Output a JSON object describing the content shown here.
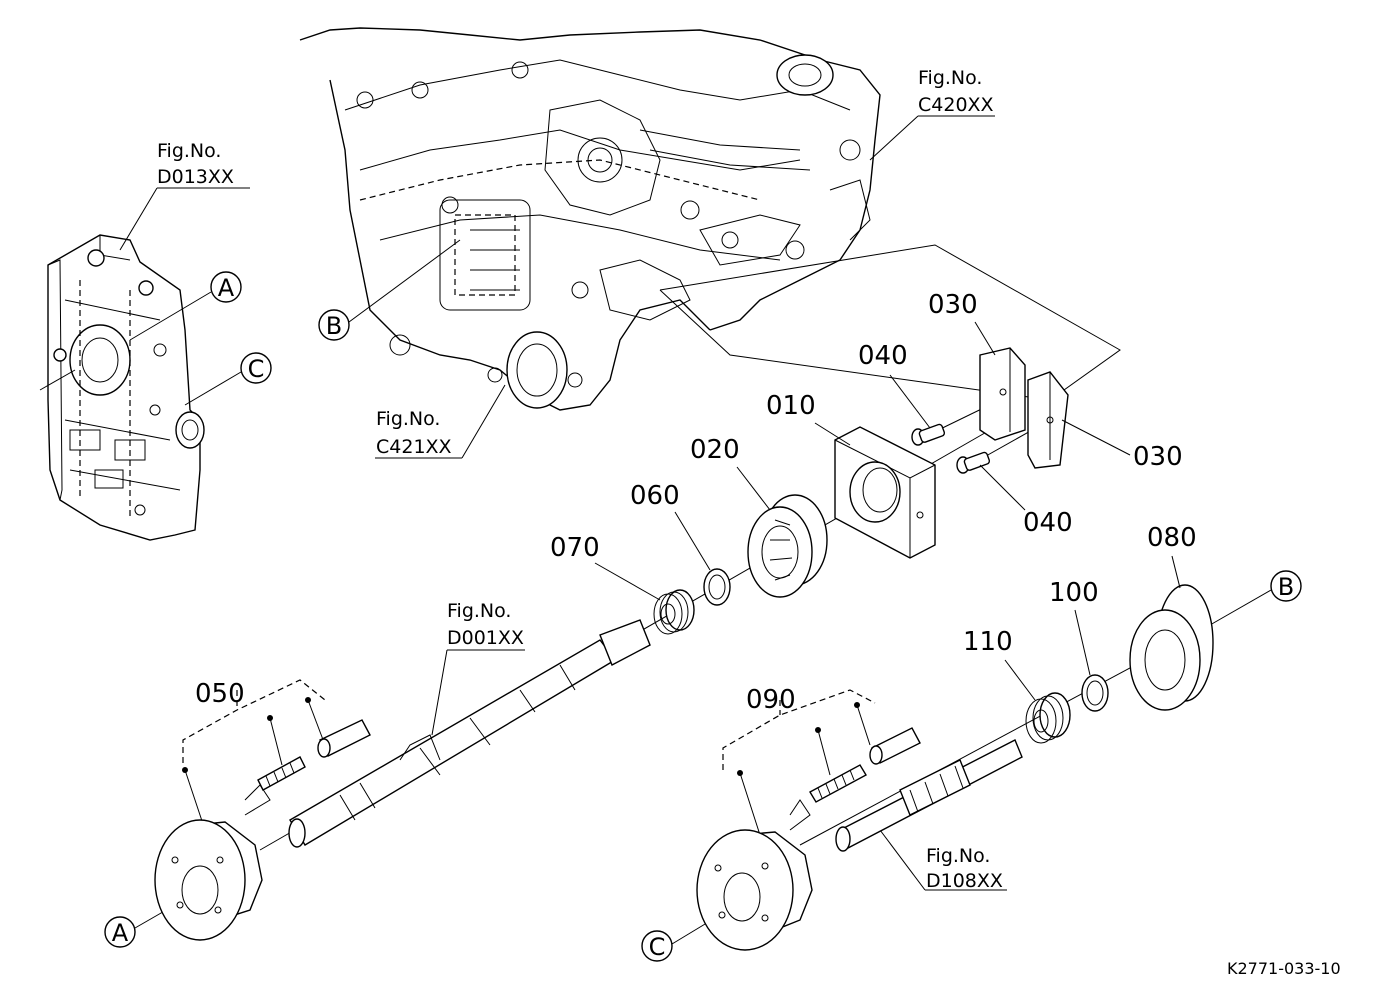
{
  "figure_refs": {
    "d013": {
      "line1": "Fig.No.",
      "line2": "D013XX"
    },
    "c420": {
      "line1": "Fig.No.",
      "line2": "C420XX"
    },
    "c421": {
      "line1": "Fig.No.",
      "line2": "C421XX"
    },
    "d001": {
      "line1": "Fig.No.",
      "line2": "D001XX"
    },
    "d108": {
      "line1": "Fig.No.",
      "line2": "D108XX"
    }
  },
  "parts": {
    "p010": "010",
    "p020": "020",
    "p030a": "030",
    "p030b": "030",
    "p040a": "040",
    "p040b": "040",
    "p050": "050",
    "p060": "060",
    "p070": "070",
    "p080": "080",
    "p090": "090",
    "p100": "100",
    "p110": "110"
  },
  "callouts": {
    "a_top": "A",
    "a_bottom": "A",
    "b_top": "B",
    "b_right": "B",
    "c_top": "C",
    "c_bottom": "C"
  },
  "drawing_code": "K2771-033-10"
}
